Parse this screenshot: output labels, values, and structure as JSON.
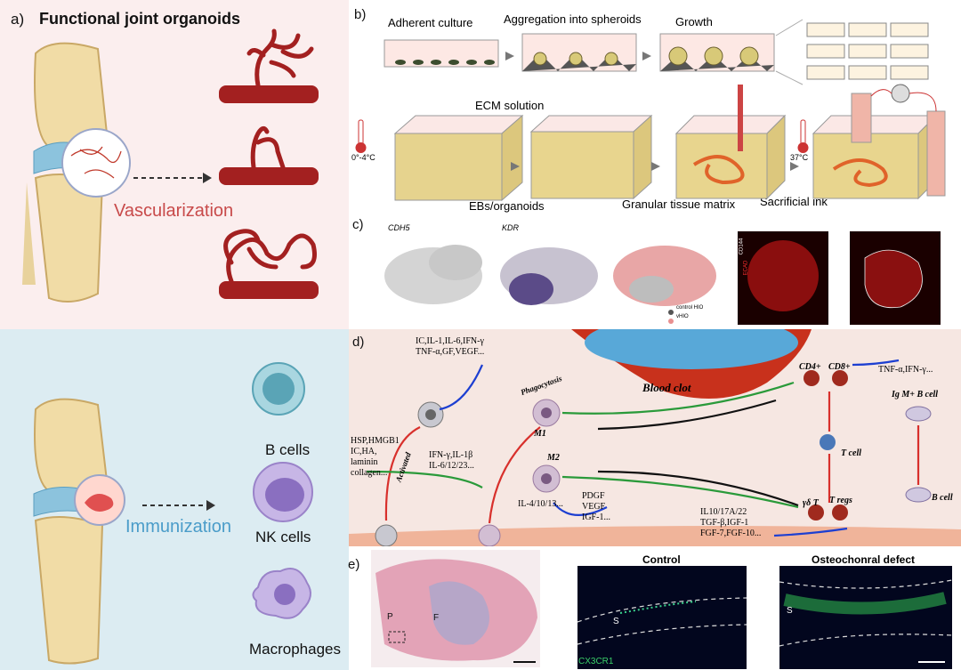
{
  "panel_a": {
    "label": "a)",
    "title": "Functional joint organoids",
    "vascularization": "Vascularization",
    "immunization": "Immunization",
    "cells": [
      "B cells",
      "NK cells",
      "Macrophages"
    ]
  },
  "panel_b": {
    "label": "b)",
    "steps": [
      "Adherent culture",
      "Aggregation into spheroids",
      "Growth"
    ],
    "ecm": "ECM solution",
    "temp_cold": "0°-4°C",
    "temp_warm": "37°C",
    "ebs": "EBs/organoids",
    "matrix": "Granular tissue matrix",
    "ink": "Sacrificial ink"
  },
  "panel_c": {
    "label": "c)",
    "genes": [
      "CDH5",
      "KDR"
    ],
    "legend": [
      "control HIO",
      "vHIO"
    ],
    "stain": [
      "ECAD",
      "CD144"
    ]
  },
  "panel_d": {
    "label": "d)",
    "cytokines_top": [
      "IC,IL-1,IL-6,IFN-γ",
      "TNF-α,GF,VEGF..."
    ],
    "phagocytosis": "Phagocytosis",
    "blood_clot": "Blood clot",
    "tnf_right": "TNF-α,IFN-γ...",
    "cd4": "CD4+",
    "cd8": "CD8+",
    "igm": "Ig M+ B cell",
    "danger": [
      "HSP,HMGB1",
      "IC,HA,",
      "laminin",
      "collagen..."
    ],
    "activated": "Activated",
    "m1": "M1",
    "m2": "M2",
    "ifn": [
      "IFN-γ,IL-1β",
      "IL-6/12/23..."
    ],
    "il4": "IL-4/10/13...",
    "growth": [
      "PDGF",
      "VEGF",
      "IGF-1..."
    ],
    "tcell": "T cell",
    "bcell": "B cell",
    "gd": "γδ T",
    "tregs": "T regs",
    "il10": [
      "IL10/17A/22",
      "TGF-β,IGF-1",
      "FGF-7,FGF-10..."
    ]
  },
  "panel_e": {
    "label": "e)",
    "control": "Control",
    "defect": "Osteochonral defect",
    "marker": "CX3CR1",
    "letters": [
      "P",
      "F",
      "S",
      "S"
    ]
  }
}
